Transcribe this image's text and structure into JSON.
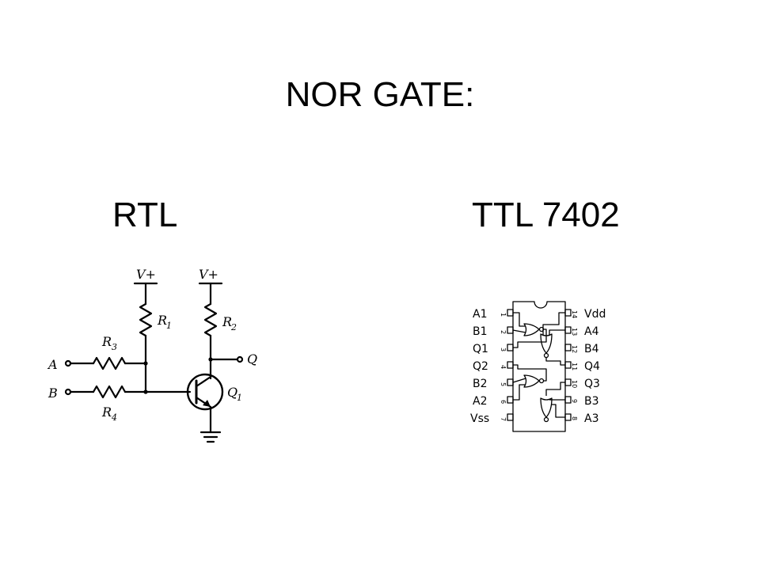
{
  "title": "NOR GATE:",
  "subtitles": {
    "left": "RTL",
    "right": "TTL 7402"
  },
  "rtl": {
    "vplus_1": "V+",
    "vplus_2": "V+",
    "r1": "R",
    "r1_sub": "1",
    "r2": "R",
    "r2_sub": "2",
    "r3": "R",
    "r3_sub": "3",
    "r4": "R",
    "r4_sub": "4",
    "input_a": "A",
    "input_b": "B",
    "output_q": "Q",
    "transistor": "Q",
    "transistor_sub": "1"
  },
  "ttl": {
    "left_pins": [
      "A1",
      "B1",
      "Q1",
      "Q2",
      "B2",
      "A2",
      "Vss"
    ],
    "right_pins": [
      "Vdd",
      "A4",
      "B4",
      "Q4",
      "Q3",
      "B3",
      "A3"
    ],
    "left_nums": [
      "1",
      "2",
      "3",
      "4",
      "5",
      "6",
      "7"
    ],
    "right_nums": [
      "14",
      "13",
      "12",
      "11",
      "10",
      "9",
      "8"
    ]
  }
}
